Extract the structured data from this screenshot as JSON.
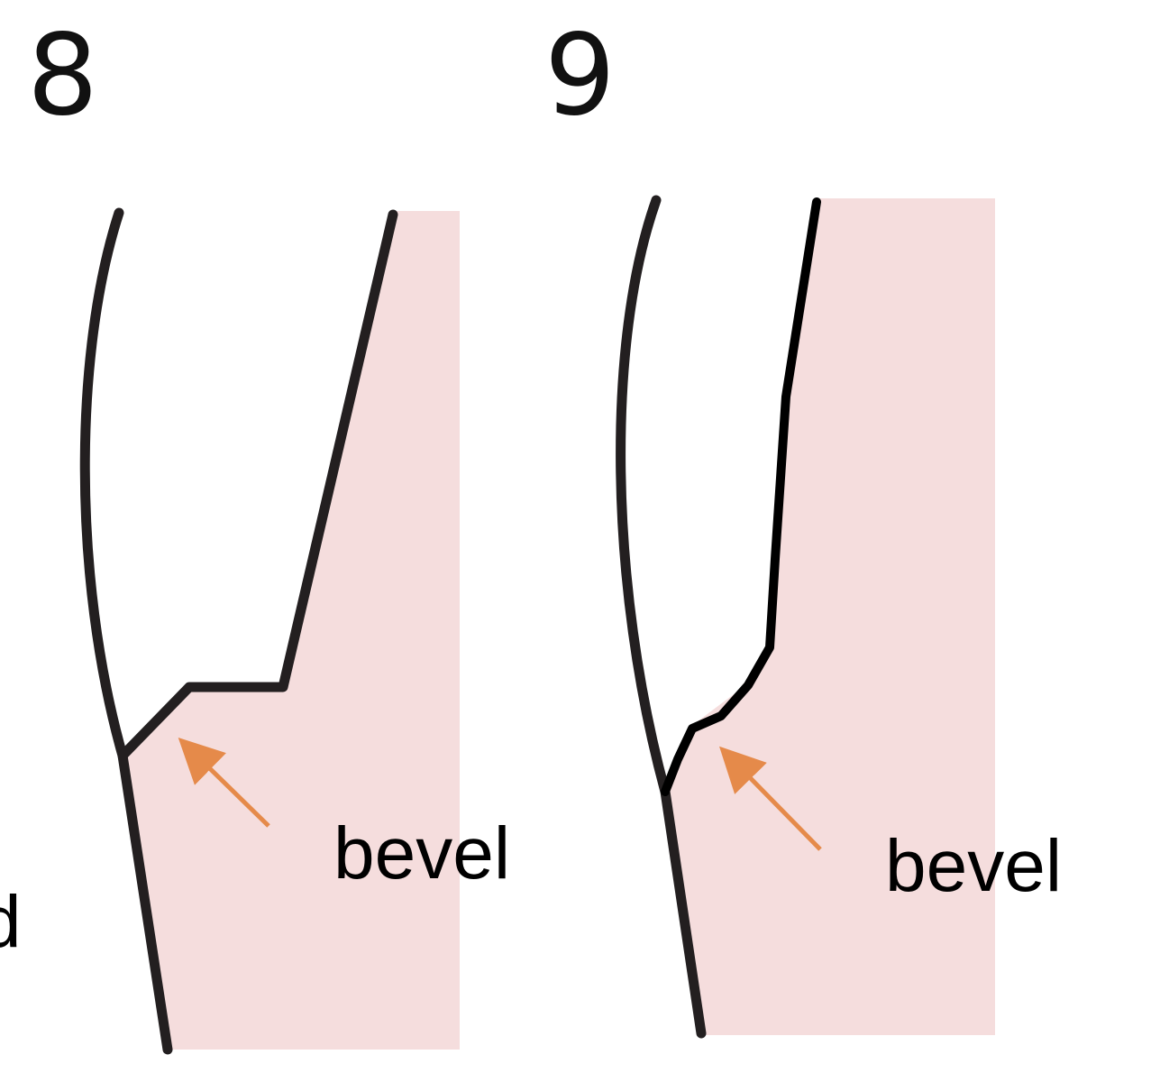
{
  "panels": [
    {
      "number": "8",
      "label": "bevel"
    },
    {
      "number": "9",
      "label": "bevel"
    }
  ],
  "edge_text": "d",
  "colors": {
    "gingiva": "#f5dddd",
    "outline": "#231f20",
    "arrow": "#e58a4a",
    "text": "#000000"
  }
}
